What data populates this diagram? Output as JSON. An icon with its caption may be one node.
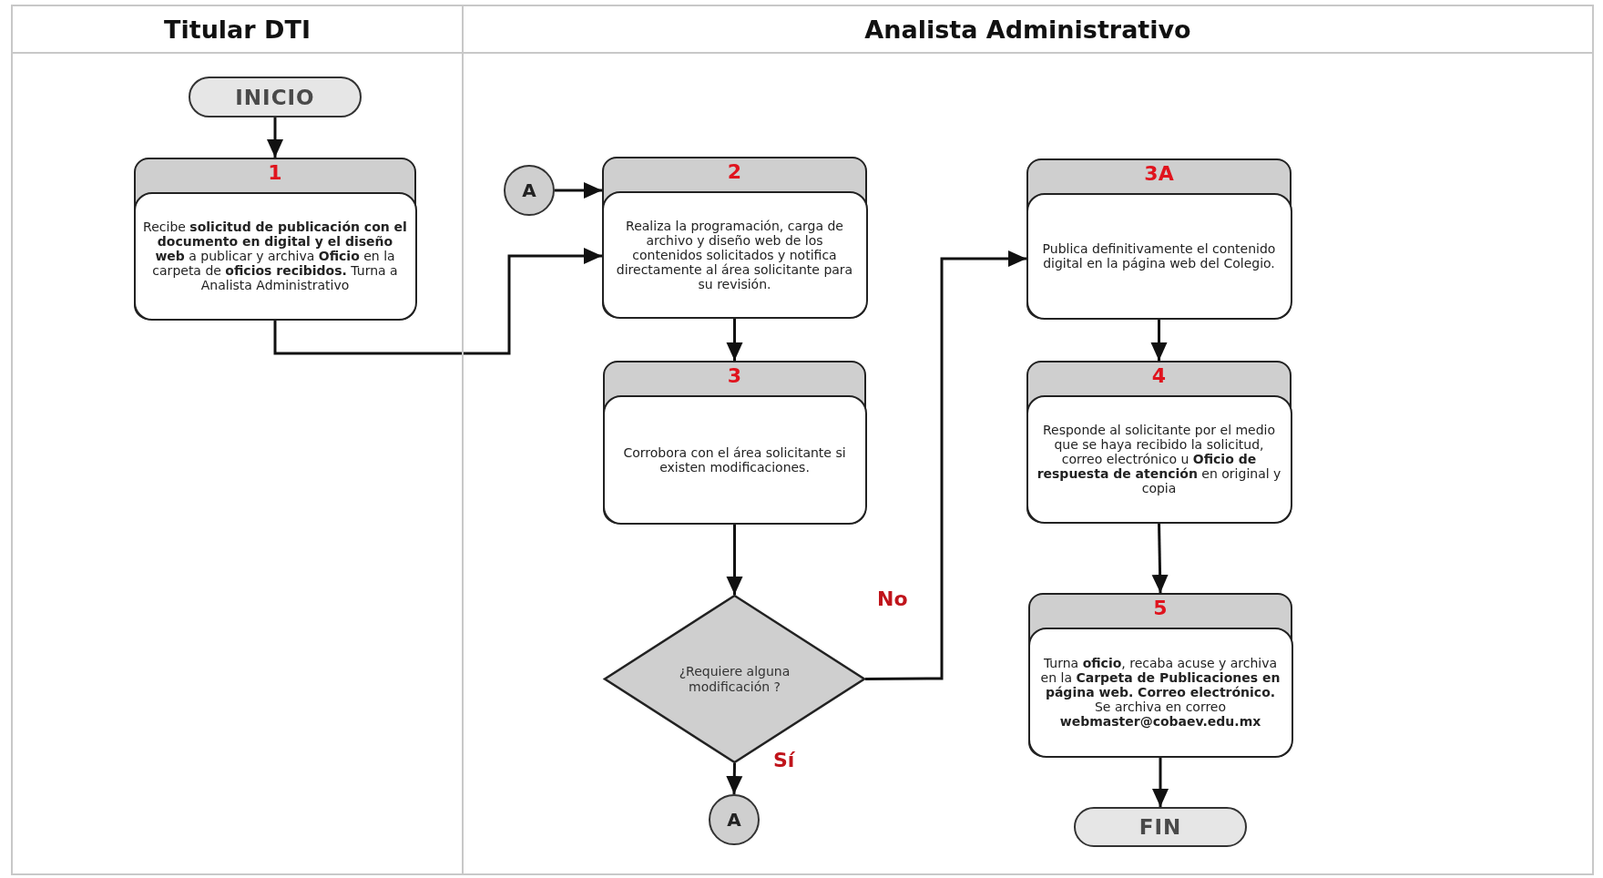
{
  "diagram": {
    "nodes": [
      {
        "text": [
          "Titular DTI"
        ]
      },
      {
        "text": [
          "Analista Administrativo"
        ]
      },
      {
        "text": [
          "INICIO"
        ],
        "in": 0
      },
      {
        "text": [
          "1",
          "Recibe **solicitud de publicación con el documento en digital y el diseño web** a publicar y archiva **Oficio** en la carpeta de **oficios recibidos.** Turna a Analista Administrativo"
        ],
        "in": 0
      },
      {
        "text": [
          "A"
        ],
        "in": 1
      },
      {
        "text": [
          "2",
          "Realiza la programación, carga de archivo y diseño web de los contenidos solicitados y notifica directamente al área solicitante para su revisión."
        ],
        "in": 1
      },
      {
        "text": [
          "3",
          "Corrobora con el área solicitante si existen modificaciones."
        ],
        "in": 1
      },
      {
        "text": [
          "¿Requiere alguna modificación ?"
        ],
        "in": 1
      },
      {
        "text": [
          "A"
        ],
        "in": 1
      },
      {
        "text": [
          "3A",
          "Publica definitivamente el contenido digital en la página web del Colegio."
        ],
        "in": 1
      },
      {
        "text": [
          "4",
          "Responde al solicitante por el medio que se haya recibido la solicitud, correo electrónico u **Oficio de respuesta de atención** en original y copia"
        ],
        "in": 1
      },
      {
        "text": [
          "5",
          "Turna **oficio**, recaba acuse y archiva en la **Carpeta de Publicaciones en página web. Correo electrónico.** Se archiva en correo **webmaster@cobaev.edu.mx**"
        ],
        "in": 1
      },
      {
        "text": [
          "FIN"
        ],
        "in": 1
      }
    ],
    "edges": [
      {
        "from": 2,
        "to": 3,
        "arrow": "to"
      },
      {
        "from": 3,
        "to": 5,
        "arrow": "to"
      },
      {
        "from": 4,
        "to": 5,
        "arrow": "to"
      },
      {
        "from": 5,
        "to": 6,
        "arrow": "to"
      },
      {
        "from": 6,
        "to": 7,
        "arrow": "to"
      },
      {
        "from": 7,
        "to": 9,
        "label": "No",
        "arrow": "to"
      },
      {
        "from": 7,
        "to": 8,
        "label": "Sí",
        "arrow": "to"
      },
      {
        "from": 9,
        "to": 10,
        "arrow": "to"
      },
      {
        "from": 10,
        "to": 11,
        "arrow": "to"
      },
      {
        "from": 11,
        "to": 12,
        "arrow": "to"
      }
    ]
  }
}
